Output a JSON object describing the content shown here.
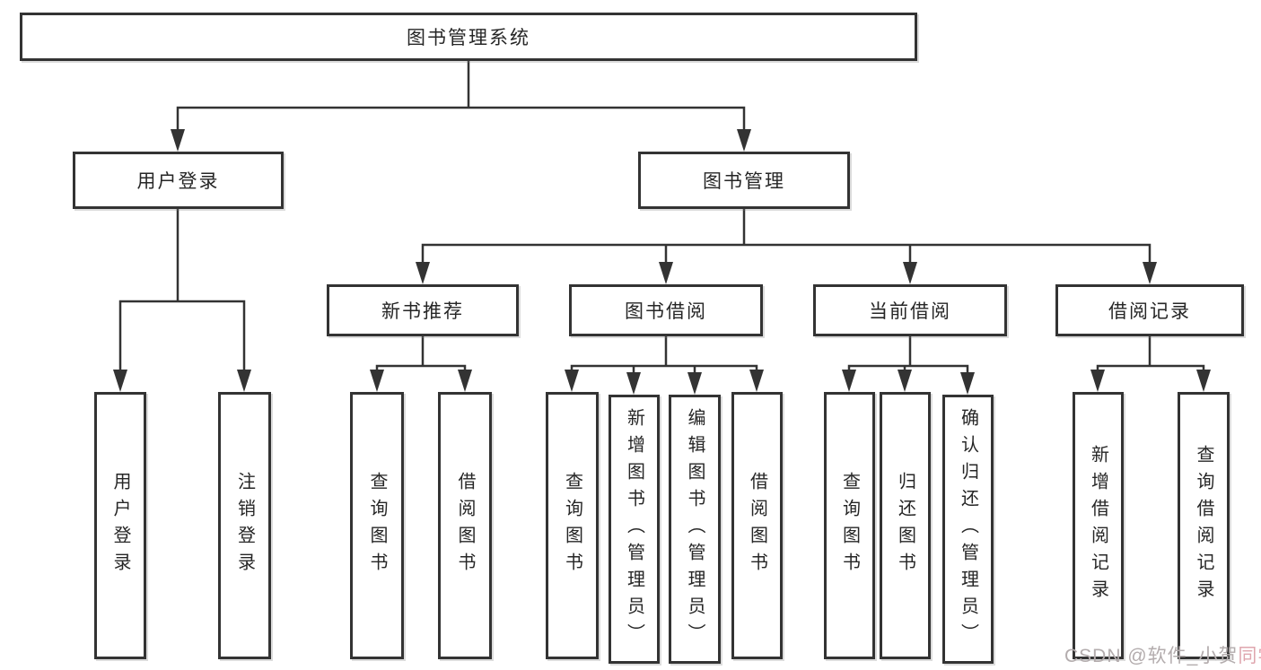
{
  "diagram": {
    "root": {
      "label": "图书管理系统"
    },
    "level2": [
      {
        "id": "user-login",
        "label": "用户登录"
      },
      {
        "id": "book-management",
        "label": "图书管理"
      }
    ],
    "level3": [
      {
        "id": "new-book-recommend",
        "label": "新书推荐"
      },
      {
        "id": "book-borrowing",
        "label": "图书借阅"
      },
      {
        "id": "current-borrowing",
        "label": "当前借阅"
      },
      {
        "id": "borrowing-records",
        "label": "借阅记录"
      }
    ],
    "leaves": [
      {
        "label": "用户登录"
      },
      {
        "label": "注销登录"
      },
      {
        "label": "查询图书"
      },
      {
        "label": "借阅图书"
      },
      {
        "label": "查询图书"
      },
      {
        "label": "新增图书（管理员）"
      },
      {
        "label": "编辑图书（管理员）"
      },
      {
        "label": "借阅图书"
      },
      {
        "label": "查询图书"
      },
      {
        "label": "归还图书"
      },
      {
        "label": "确认归还（管理员）"
      },
      {
        "label": "新增借阅记录"
      },
      {
        "label": "查询借阅记录"
      }
    ],
    "watermark": {
      "prefix": "CSDN @软件_小贺",
      "suffix": "同学"
    },
    "colors": {
      "line": "#333333",
      "border": "#333333",
      "text": "#262626",
      "background": "#ffffff",
      "watermark_gray": "#b3acad",
      "watermark_pink": "#dfa6ae"
    }
  }
}
